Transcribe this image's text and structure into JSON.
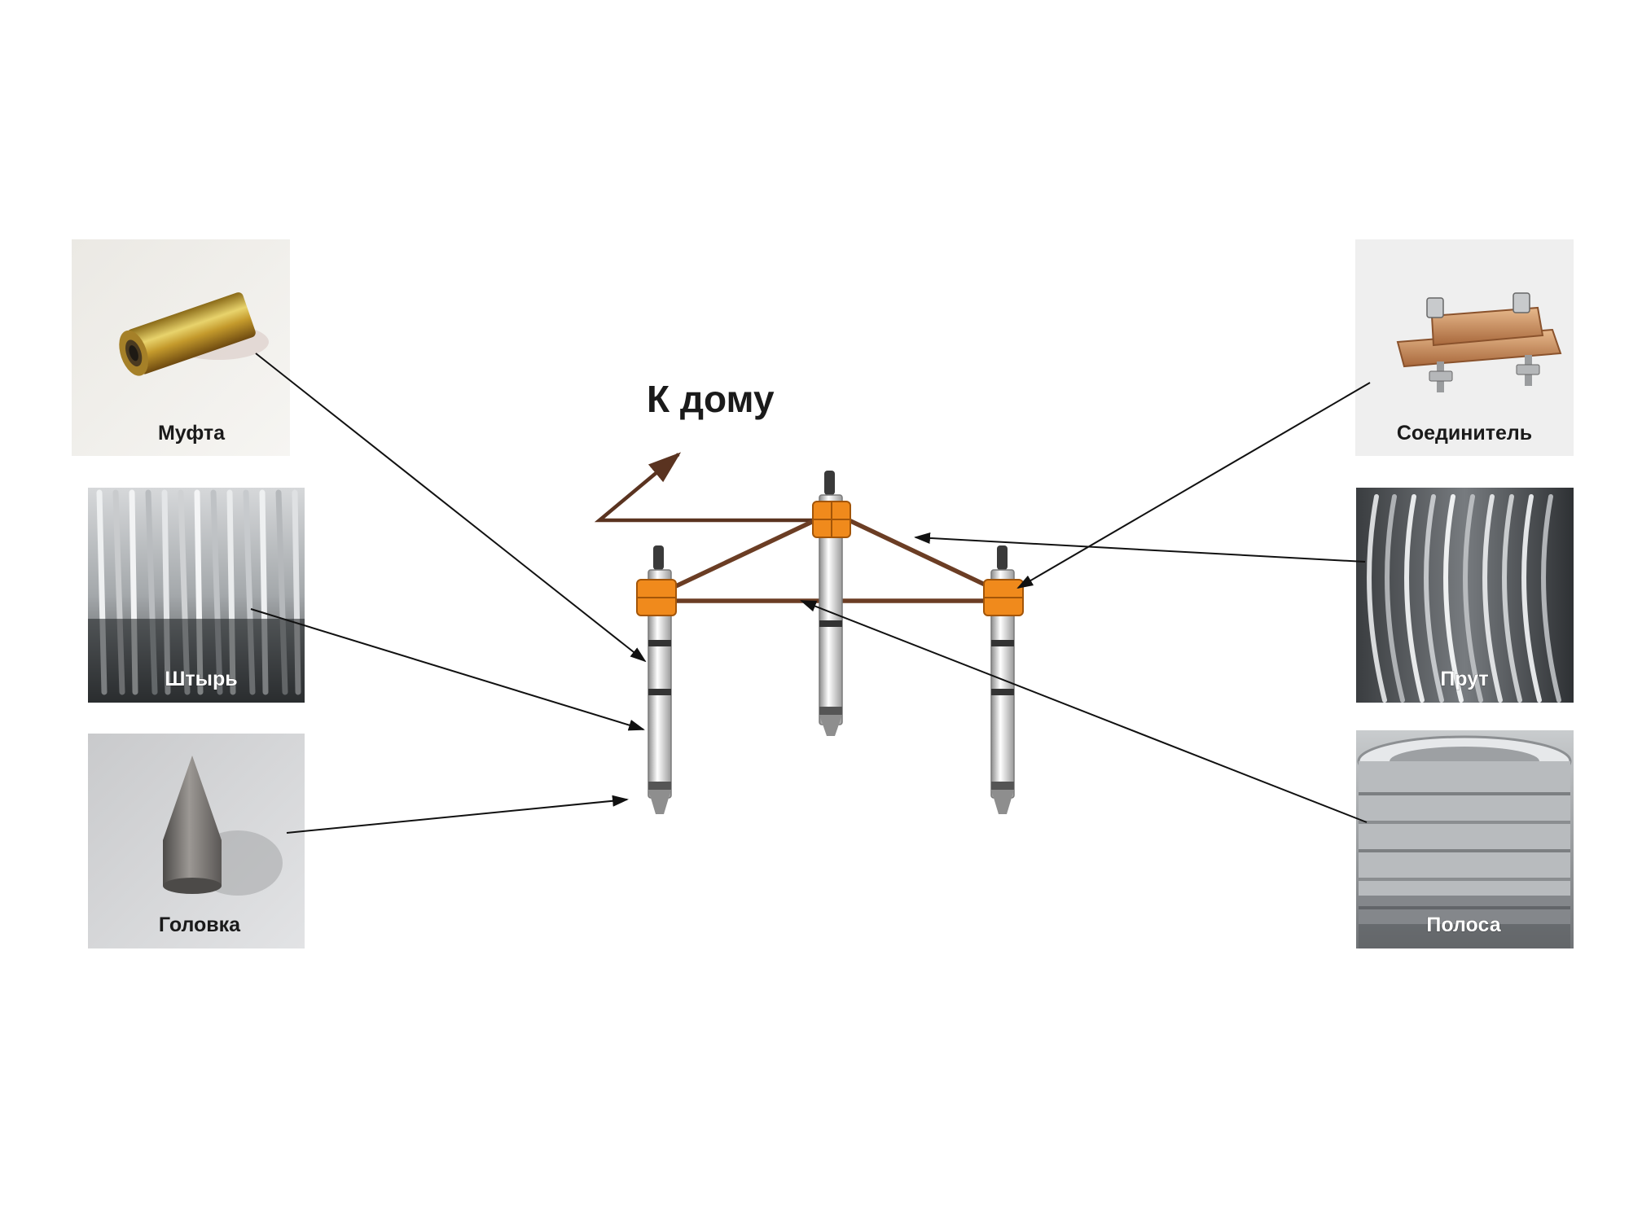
{
  "diagram": {
    "destination_label": "К дому",
    "components": {
      "coupling": {
        "label": "Муфта",
        "icon": "coupling-sleeve-icon"
      },
      "rod": {
        "label": "Штырь",
        "icon": "steel-rods-icon"
      },
      "tip": {
        "label": "Головка",
        "icon": "cone-tip-icon"
      },
      "connector": {
        "label": "Соединитель",
        "icon": "clamp-connector-icon"
      },
      "wire": {
        "label": "Прут",
        "icon": "wire-coil-icon"
      },
      "strip": {
        "label": "Полоса",
        "icon": "steel-strip-coil-icon"
      }
    },
    "colors": {
      "conductor": "#6b3d24",
      "clamp": "#f08a1c",
      "arrow": "#111111"
    }
  }
}
